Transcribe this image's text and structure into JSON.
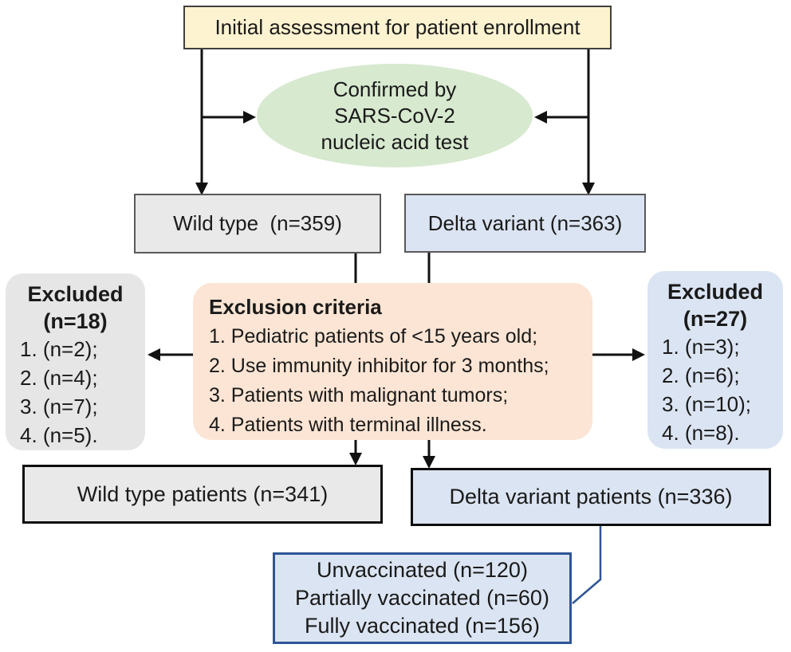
{
  "colors": {
    "cream_fill": "#fdf3d0",
    "green_fill": "#d7e9cf",
    "gray_fill": "#e9e9e9",
    "light_gray_fill": "#e6e6e6",
    "blue_fill": "#dbe4f2",
    "peach_fill": "#fce5d4",
    "gray_border": "#595959",
    "dark_border": "#404040",
    "black_border": "#0d0d0d",
    "blue_accent": "#2e5596",
    "arrow_color": "#111111"
  },
  "nodes": {
    "initial": {
      "label": "Initial assessment for patient enrollment"
    },
    "confirm": {
      "lines": [
        "Confirmed by",
        "SARS-CoV-2",
        "nucleic acid test"
      ]
    },
    "wild": {
      "label": "Wild type  (n=359)"
    },
    "delta": {
      "label": "Delta variant (n=363)"
    },
    "excluded_left": {
      "title": "Excluded",
      "subtitle": "(n=18)",
      "items": [
        "1. (n=2);",
        "2. (n=4);",
        "3. (n=7);",
        "4. (n=5)."
      ]
    },
    "criteria": {
      "title": "Exclusion criteria",
      "items": [
        "1. Pediatric patients of <15 years old;",
        "2. Use immunity inhibitor for 3 months;",
        "3. Patients with malignant tumors;",
        "4. Patients with terminal illness."
      ]
    },
    "excluded_right": {
      "title": "Excluded",
      "subtitle": "(n=27)",
      "items": [
        "1. (n=3);",
        "2. (n=6);",
        "3. (n=10);",
        "4. (n=8)."
      ]
    },
    "wild_patients": {
      "label": "Wild type patients (n=341)"
    },
    "delta_patients": {
      "label": "Delta variant patients (n=336)"
    },
    "vaccination": {
      "lines": [
        "Unvaccinated (n=120)",
        "Partially vaccinated (n=60)",
        "Fully vaccinated (n=156)"
      ]
    }
  }
}
